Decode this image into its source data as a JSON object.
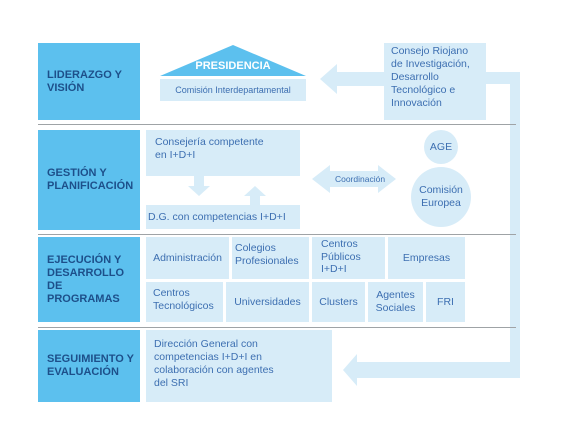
{
  "rows": [
    {
      "label": "LIDERAZGO Y\nVISIÓN"
    },
    {
      "label": "GESTIÓN Y\nPLANIFICACIÓN"
    },
    {
      "label": "EJECUCIÓN Y\nDESARROLLO DE\nPROGRAMAS"
    },
    {
      "label": "SEGUIMIENTO Y\nEVALUACIÓN"
    }
  ],
  "leadership": {
    "presidencia": "PRESIDENCIA",
    "comision_interdep": "Comisión Interdepartamental",
    "consejo": "Consejo Riojano\nde Investigación,\nDesarrollo\nTecnológico e\nInnovación"
  },
  "management": {
    "consejeria": "Consejería competente\nen I+D+I",
    "dg": "D.G. con competencias I+D+I",
    "coordinacion": "Coordinación",
    "age": "AGE",
    "comision_europea": "Comisión\nEuropea"
  },
  "execution": {
    "row1": [
      "Administración",
      "Colegios\nProfesionales",
      "Centros\nPúblicos\nI+D+I",
      "Empresas"
    ],
    "row2": [
      "Centros\nTecnológicos",
      "Universidades",
      "Clusters",
      "Agentes\nSociales",
      "FRI"
    ]
  },
  "evaluation": {
    "direccion": "Dirección General con\ncompetencias I+D+I en\ncolaboración con agentes\ndel SRI"
  },
  "colors": {
    "label_bg": "#5cc0ee",
    "box_bg": "#d7ecf8",
    "label_text": "#1d4f8a",
    "box_text": "#3d6fb1"
  }
}
